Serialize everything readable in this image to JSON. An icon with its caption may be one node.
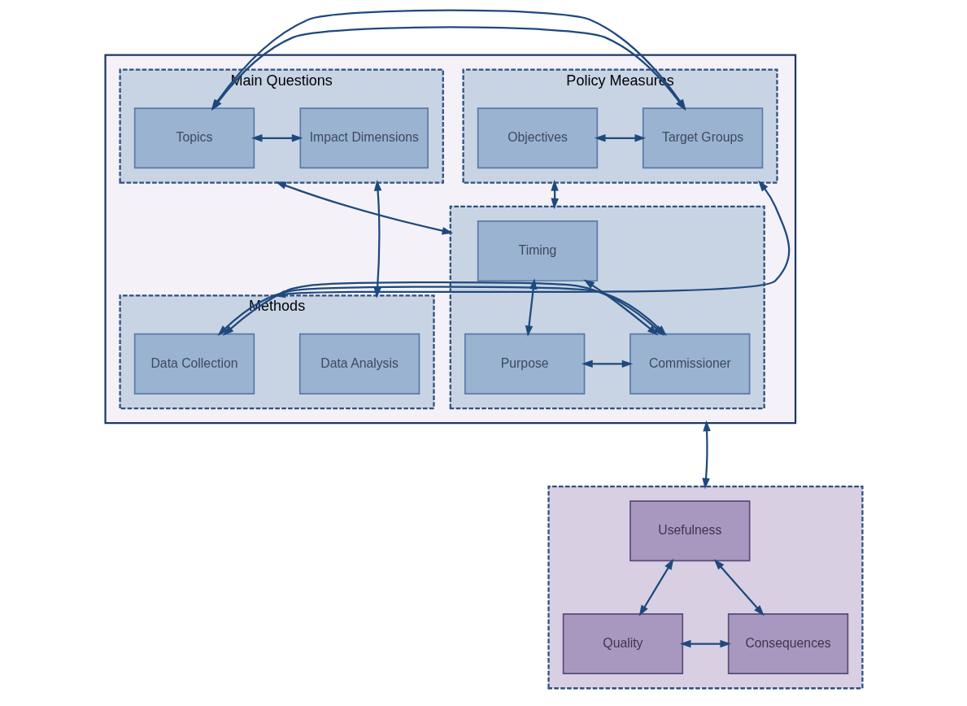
{
  "diagram": {
    "nodes": [
      {
        "text": [],
        "shape": "box"
      },
      {
        "text": [
          "Policy Measures"
        ],
        "in": 0
      },
      {
        "text": [
          "Objectives"
        ],
        "in": 1
      },
      {
        "text": [
          "Target Groups"
        ],
        "in": 1
      },
      {
        "text": [
          "Main Questions"
        ],
        "in": 0
      },
      {
        "text": [
          "Topics"
        ],
        "in": 4
      },
      {
        "text": [
          "Impact Dimensions"
        ],
        "in": 4
      },
      {
        "text": [],
        "shape": "box",
        "in": 0
      },
      {
        "text": [
          "Timing"
        ],
        "in": 7
      },
      {
        "text": [
          "Purpose"
        ],
        "in": 7
      },
      {
        "text": [
          "Commissioner"
        ],
        "in": 7
      },
      {
        "text": [
          "Methods"
        ],
        "in": 0
      },
      {
        "text": [
          "Data Collection"
        ],
        "in": 11
      },
      {
        "text": [
          "Data Analysis"
        ],
        "in": 11
      },
      {
        "text": [],
        "shape": "box"
      },
      {
        "text": [
          "Usefulness"
        ],
        "in": 14
      },
      {
        "text": [
          "Quality"
        ],
        "in": 14
      },
      {
        "text": [
          "Consequences"
        ],
        "in": 14
      }
    ],
    "edges": [
      {
        "from": 2,
        "to": 3,
        "arrow": "both"
      },
      {
        "from": 5,
        "to": 6,
        "arrow": "both"
      },
      {
        "from": 1,
        "to": 4,
        "arrow": "both"
      },
      {
        "from": 1,
        "to": 7,
        "arrow": "both"
      },
      {
        "from": 4,
        "to": 11,
        "arrow": "both"
      },
      {
        "from": 1,
        "to": 11,
        "arrow": "both"
      },
      {
        "from": 7,
        "to": 4,
        "arrow": "both"
      },
      {
        "from": 7,
        "to": 11,
        "arrow": "both"
      },
      {
        "from": 8,
        "to": 9,
        "arrow": "both"
      },
      {
        "from": 8,
        "to": 10,
        "arrow": "both"
      },
      {
        "from": 9,
        "to": 10,
        "arrow": "both"
      },
      {
        "from": 0,
        "to": 14,
        "arrow": "both"
      },
      {
        "from": 15,
        "to": 16,
        "arrow": "both"
      },
      {
        "from": 15,
        "to": 17,
        "arrow": "both"
      },
      {
        "from": 16,
        "to": 17,
        "arrow": "both"
      }
    ]
  }
}
